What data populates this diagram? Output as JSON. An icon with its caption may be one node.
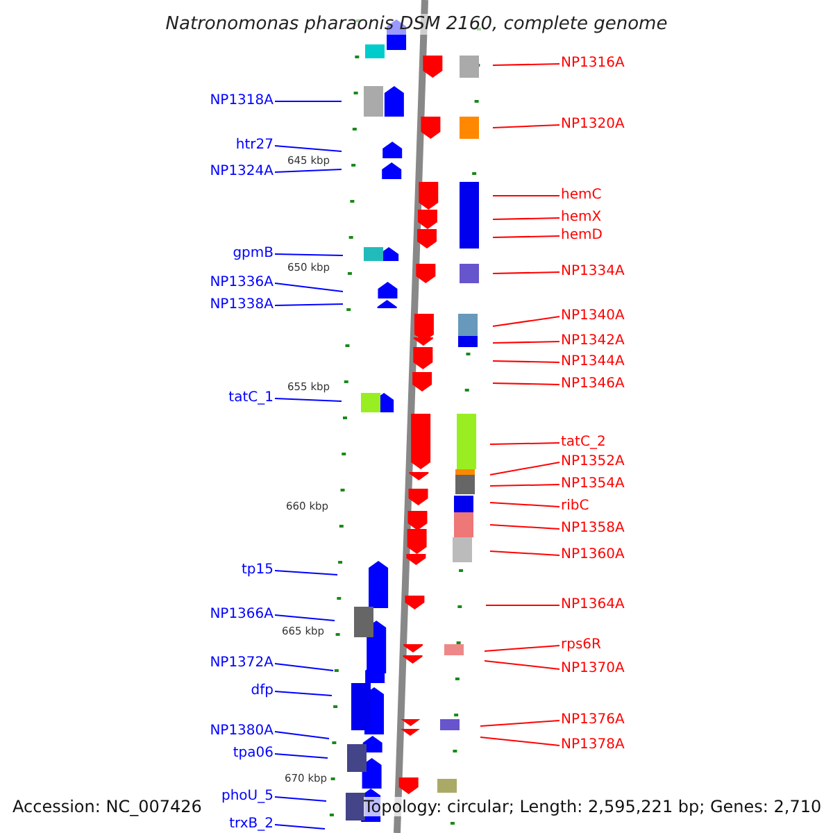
{
  "diagram": {
    "title": "Natronomonas pharaonis DSM 2160, complete genome",
    "nodes": [
      {
        "text": [
          "NP1316A"
        ]
      },
      {
        "text": [
          "NP1318A"
        ]
      },
      {
        "text": [
          "NP1320A"
        ]
      },
      {
        "text": [
          "htr27"
        ]
      },
      {
        "text": [
          "NP1324A"
        ]
      },
      {
        "text": [
          "hemC"
        ]
      },
      {
        "text": [
          "hemX"
        ]
      },
      {
        "text": [
          "hemD"
        ]
      },
      {
        "text": [
          "gpmB"
        ]
      },
      {
        "text": [
          "NP1334A"
        ]
      },
      {
        "text": [
          "NP1336A"
        ]
      },
      {
        "text": [
          "NP1338A"
        ]
      },
      {
        "text": [
          "NP1340A"
        ]
      },
      {
        "text": [
          "NP1342A"
        ]
      },
      {
        "text": [
          "NP1344A"
        ]
      },
      {
        "text": [
          "NP1346A"
        ]
      },
      {
        "text": [
          "tatC_1"
        ]
      },
      {
        "text": [
          "tatC_2"
        ]
      },
      {
        "text": [
          "NP1352A"
        ]
      },
      {
        "text": [
          "NP1354A"
        ]
      },
      {
        "text": [
          "ribC"
        ]
      },
      {
        "text": [
          "NP1358A"
        ]
      },
      {
        "text": [
          "NP1360A"
        ]
      },
      {
        "text": [
          "tp15"
        ]
      },
      {
        "text": [
          "NP1364A"
        ]
      },
      {
        "text": [
          "NP1366A"
        ]
      },
      {
        "text": [
          "rps6R"
        ]
      },
      {
        "text": [
          "NP1370A"
        ]
      },
      {
        "text": [
          "NP1372A"
        ]
      },
      {
        "text": [
          "dfp"
        ]
      },
      {
        "text": [
          "NP1376A"
        ]
      },
      {
        "text": [
          "NP1380A"
        ]
      },
      {
        "text": [
          "NP1378A"
        ]
      },
      {
        "text": [
          "tpa06"
        ]
      },
      {
        "text": [
          "phoU_5"
        ]
      },
      {
        "text": [
          "trxB_2"
        ]
      }
    ],
    "edges": [
      {
        "from": 0,
        "to": null,
        "arrow": "none"
      },
      {
        "from": 1,
        "to": null,
        "arrow": "none",
        "color": "#0000ff"
      },
      {
        "from": 2,
        "to": null,
        "arrow": "none"
      },
      {
        "from": 3,
        "to": null,
        "arrow": "none",
        "color": "#0000ff"
      },
      {
        "from": 4,
        "to": null,
        "arrow": "none",
        "color": "#0000ff"
      },
      {
        "from": 5,
        "to": null,
        "arrow": "none"
      },
      {
        "from": 6,
        "to": null,
        "arrow": "none"
      },
      {
        "from": 7,
        "to": null,
        "arrow": "none"
      },
      {
        "from": 8,
        "to": null,
        "arrow": "none",
        "color": "#0000ff"
      },
      {
        "from": 9,
        "to": null,
        "arrow": "none"
      },
      {
        "from": 10,
        "to": null,
        "arrow": "none",
        "color": "#0000ff"
      },
      {
        "from": 11,
        "to": null,
        "arrow": "none",
        "color": "#0000ff"
      },
      {
        "from": 12,
        "to": null,
        "arrow": "none"
      },
      {
        "from": 13,
        "to": null,
        "arrow": "none"
      },
      {
        "from": 14,
        "to": null,
        "arrow": "none"
      },
      {
        "from": 15,
        "to": null,
        "arrow": "none"
      },
      {
        "from": 16,
        "to": null,
        "arrow": "none",
        "color": "#0000ff"
      },
      {
        "from": 17,
        "to": null,
        "arrow": "none"
      },
      {
        "from": 18,
        "to": null,
        "arrow": "none"
      },
      {
        "from": 19,
        "to": null,
        "arrow": "none"
      },
      {
        "from": 20,
        "to": null,
        "arrow": "none"
      },
      {
        "from": 21,
        "to": null,
        "arrow": "none"
      },
      {
        "from": 22,
        "to": null,
        "arrow": "none"
      },
      {
        "from": 23,
        "to": null,
        "arrow": "none",
        "color": "#0000ff"
      },
      {
        "from": 24,
        "to": null,
        "arrow": "none"
      },
      {
        "from": 25,
        "to": null,
        "arrow": "none",
        "color": "#0000ff"
      },
      {
        "from": 26,
        "to": null,
        "arrow": "none"
      },
      {
        "from": 27,
        "to": null,
        "arrow": "none"
      },
      {
        "from": 28,
        "to": null,
        "arrow": "none",
        "color": "#0000ff"
      },
      {
        "from": 29,
        "to": null,
        "arrow": "none",
        "color": "#0000ff"
      },
      {
        "from": 30,
        "to": null,
        "arrow": "none"
      },
      {
        "from": 31,
        "to": null,
        "arrow": "none",
        "color": "#0000ff"
      },
      {
        "from": 32,
        "to": null,
        "arrow": "none"
      },
      {
        "from": 33,
        "to": null,
        "arrow": "none",
        "color": "#0000ff"
      },
      {
        "from": 34,
        "to": null,
        "arrow": "none",
        "color": "#0000ff"
      },
      {
        "from": 35,
        "to": null,
        "arrow": "none",
        "color": "#0000ff"
      }
    ],
    "labels": [
      "645 kbp",
      "650 kbp",
      "655 kbp",
      "660 kbp",
      "665 kbp",
      "670 kbp",
      "Accession: NC_007426",
      "Topology: circular; Length: 2,595,221 bp; Genes: 2,710"
    ]
  }
}
